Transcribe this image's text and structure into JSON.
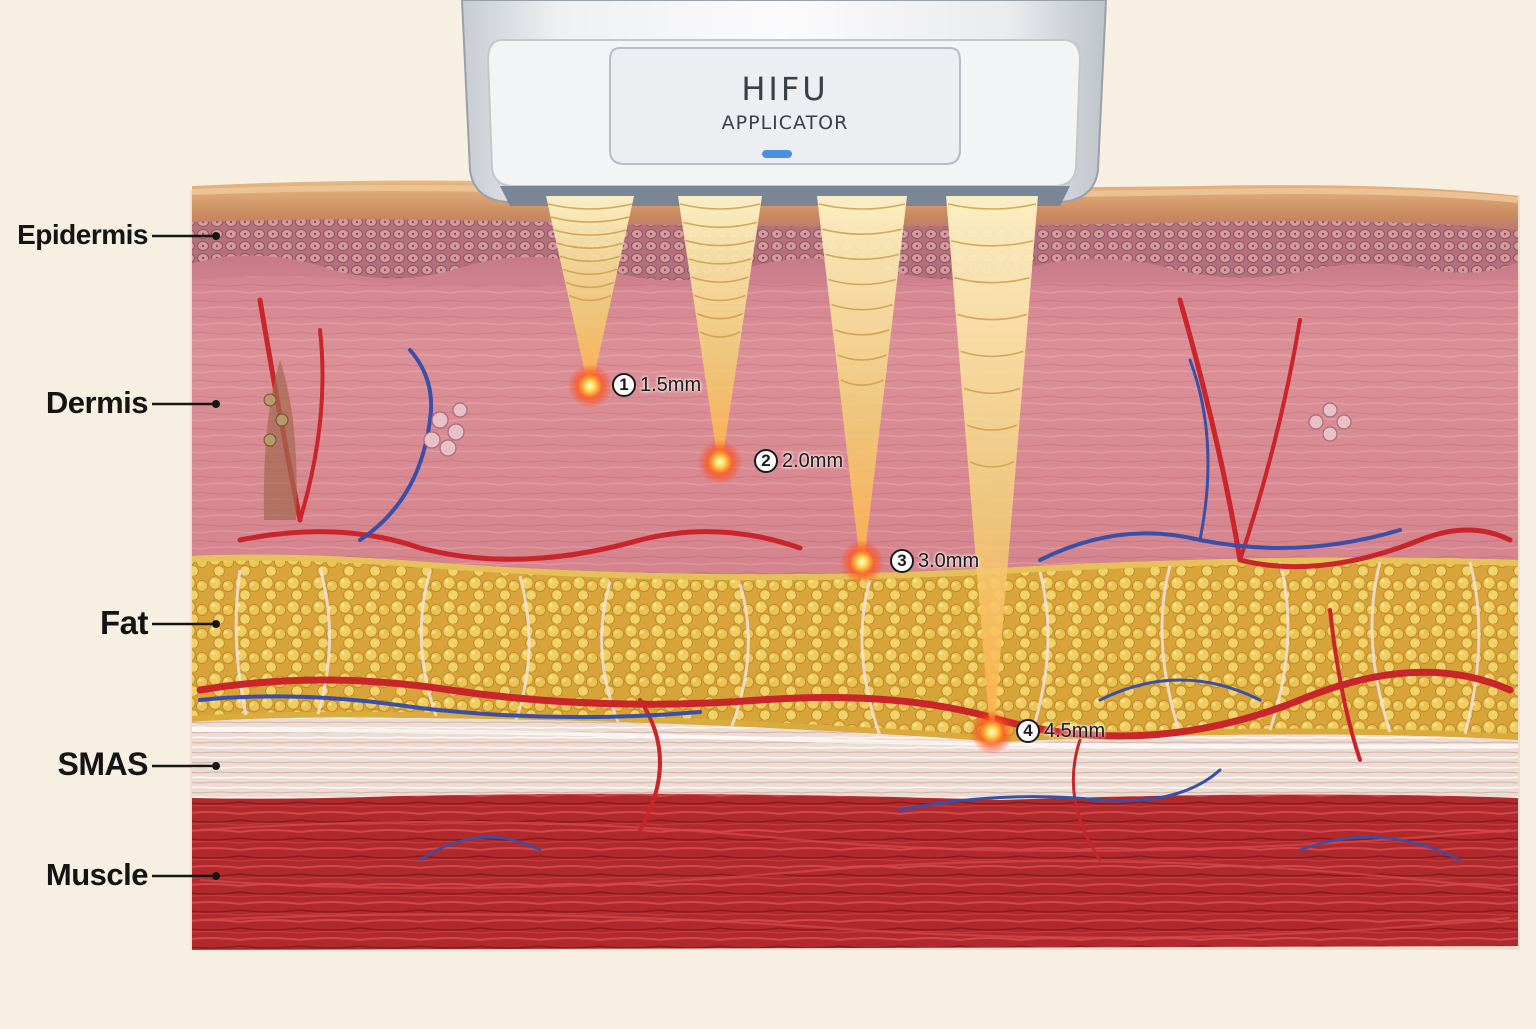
{
  "applicator": {
    "title": "HIFU",
    "subtitle": "APPLICATOR"
  },
  "layers": [
    {
      "name": "Epidermis",
      "color": "#c9838a"
    },
    {
      "name": "Dermis",
      "color": "#d7868c"
    },
    {
      "name": "Fat",
      "color": "#e2b84a"
    },
    {
      "name": "SMAS",
      "color": "#efe4dc"
    },
    {
      "name": "Muscle",
      "color": "#b0282b"
    }
  ],
  "focal_points": [
    {
      "number": "1",
      "depth": "1.5mm"
    },
    {
      "number": "2",
      "depth": "2.0mm"
    },
    {
      "number": "3",
      "depth": "3.0mm"
    },
    {
      "number": "4",
      "depth": "4.5mm"
    }
  ],
  "colors": {
    "background": "#f7efe2",
    "artery": "#c8262a",
    "vein": "#3a4fa8",
    "beam": "#f4d98a",
    "focus": "#ff5a1f"
  }
}
